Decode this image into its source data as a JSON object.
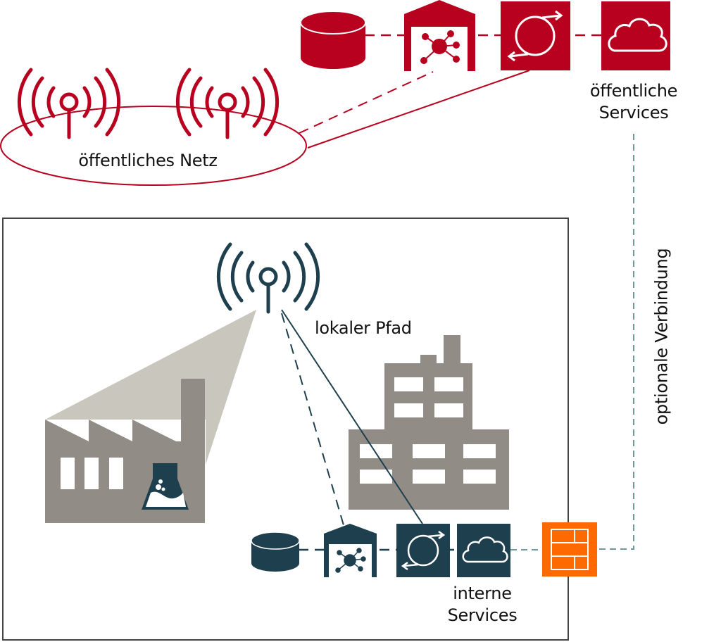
{
  "diagram": {
    "title": "Campusnetz mit lokalem Pfad und öffentlichen Services",
    "colors": {
      "public": "#B8001F",
      "internal": "#1E3F4E",
      "building": "#918C85",
      "beam": "#C8C6BD",
      "firewall": "#FF6A00",
      "optional_link": "#6E9A9E",
      "box_border": "#444444"
    },
    "labels": {
      "public_network": "öffentliches Netz",
      "public_services_line1": "öffentliche",
      "public_services_line2": "Services",
      "local_path": "lokaler Pfad",
      "internal_services_line1": "interne",
      "internal_services_line2": "Services",
      "optional_connection": "optionale Verbindung"
    },
    "public_services_chain": [
      {
        "icon": "database-icon"
      },
      {
        "icon": "edge-datacenter-icon"
      },
      {
        "icon": "exchange-cycle-icon"
      },
      {
        "icon": "cloud-icon"
      }
    ],
    "internal_services_chain": [
      {
        "icon": "database-icon"
      },
      {
        "icon": "edge-datacenter-icon"
      },
      {
        "icon": "exchange-cycle-icon"
      },
      {
        "icon": "cloud-icon"
      }
    ],
    "public_antennas": [
      {
        "icon": "antenna-icon"
      },
      {
        "icon": "antenna-icon"
      }
    ],
    "campus": {
      "antenna": {
        "icon": "antenna-icon"
      },
      "factory": {
        "icon": "factory-icon",
        "badge": "lab-flask-icon"
      },
      "office": {
        "icon": "office-building-icon"
      },
      "firewall": {
        "icon": "firewall-icon"
      }
    }
  }
}
